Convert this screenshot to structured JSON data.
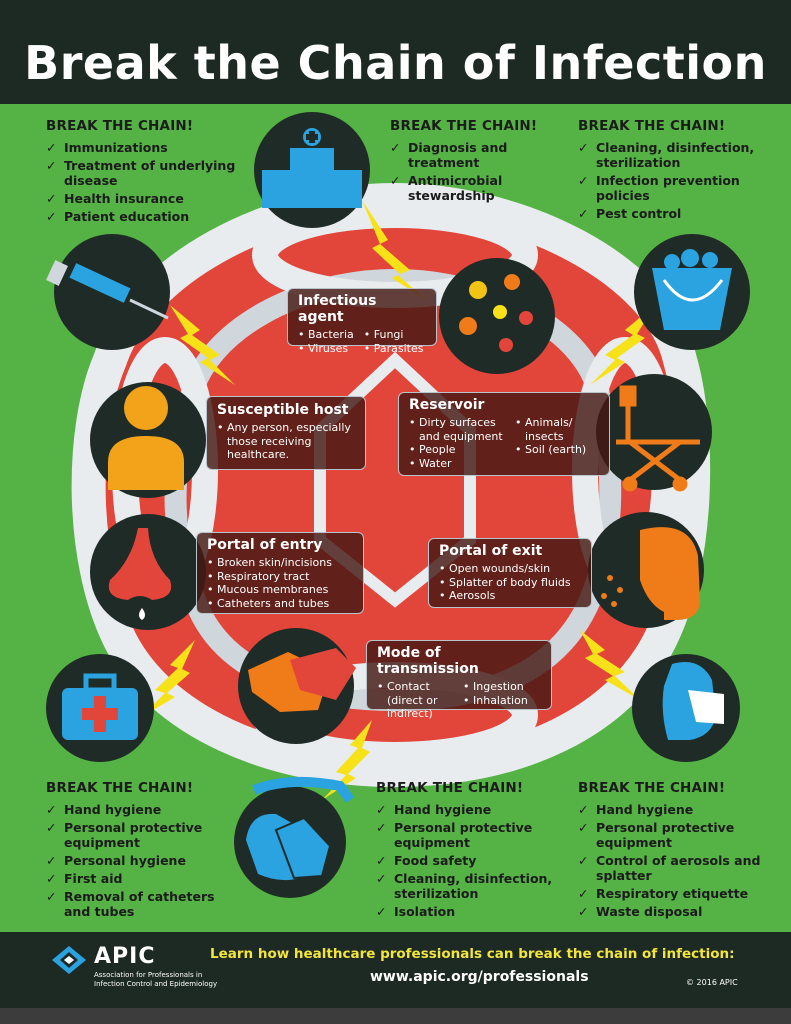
{
  "title": "Break the Chain of Infection",
  "colors": {
    "background_green": "#55b244",
    "dark": "#1d2a24",
    "chain_link": "#e8ecef",
    "chain_red": "#e2453a",
    "bolt_yellow": "#f7e21a",
    "accent_yellow": "#f2e53b"
  },
  "break_top_left": {
    "heading": "BREAK THE CHAIN!",
    "items": [
      "Immunizations",
      "Treatment of underlying disease",
      "Health insurance",
      "Patient education"
    ]
  },
  "break_top_mid": {
    "heading": "BREAK THE CHAIN!",
    "items": [
      "Diagnosis and treatment",
      "Antimicrobial stewardship"
    ]
  },
  "break_top_right": {
    "heading": "BREAK THE CHAIN!",
    "items": [
      "Cleaning, disinfection, sterilization",
      "Infection prevention policies",
      "Pest control"
    ]
  },
  "break_bottom_left": {
    "heading": "BREAK THE CHAIN!",
    "items": [
      "Hand hygiene",
      "Personal protective equipment",
      "Personal hygiene",
      "First aid",
      "Removal of catheters and tubes"
    ]
  },
  "break_bottom_mid": {
    "heading": "BREAK THE CHAIN!",
    "items": [
      "Hand hygiene",
      "Personal protective equipment",
      "Food safety",
      "Cleaning, disinfection, sterilization",
      "Isolation"
    ]
  },
  "break_bottom_right": {
    "heading": "BREAK THE CHAIN!",
    "items": [
      "Hand hygiene",
      "Personal protective equipment",
      "Control of aerosols and splatter",
      "Respiratory etiquette",
      "Waste disposal"
    ]
  },
  "infectious_agent": {
    "title": "Infectious agent",
    "col1": [
      "Bacteria",
      "Viruses"
    ],
    "col2": [
      "Fungi",
      "Parasites"
    ]
  },
  "reservoir": {
    "title": "Reservoir",
    "col1": [
      "Dirty surfaces and equipment",
      "People",
      "Water"
    ],
    "col2": [
      "Animals/ insects",
      "Soil (earth)"
    ]
  },
  "portal_exit": {
    "title": "Portal of exit",
    "items": [
      "Open wounds/skin",
      "Splatter of body fluids",
      "Aerosols"
    ]
  },
  "mode_transmission": {
    "title": "Mode of transmission",
    "col1": [
      "Contact (direct or indirect)"
    ],
    "col2": [
      "Ingestion",
      "Inhalation"
    ]
  },
  "portal_entry": {
    "title": "Portal of entry",
    "items": [
      "Broken skin/incisions",
      "Respiratory tract",
      "Mucous membranes",
      "Catheters and tubes"
    ]
  },
  "susceptible_host": {
    "title": "Susceptible host",
    "items": [
      "Any person, especially those receiving healthcare."
    ]
  },
  "footer": {
    "logo_name": "APIC",
    "org_line1": "Association for Professionals in",
    "org_line2": "Infection Control and Epidemiology",
    "cta": "Learn how healthcare professionals can break the chain of infection:",
    "url": "www.apic.org/professionals",
    "copyright": "© 2016 APIC"
  },
  "icons": [
    "hospital-icon",
    "syringe-icon",
    "bucket-icon",
    "germs-icon",
    "hospital-bed-icon",
    "person-icon",
    "nose-icon",
    "coughing-head-icon",
    "handshake-icon",
    "first-aid-kit-icon",
    "face-mask-icon",
    "handwashing-icon",
    "lightning-bolt-icon",
    "apic-logo-icon"
  ]
}
